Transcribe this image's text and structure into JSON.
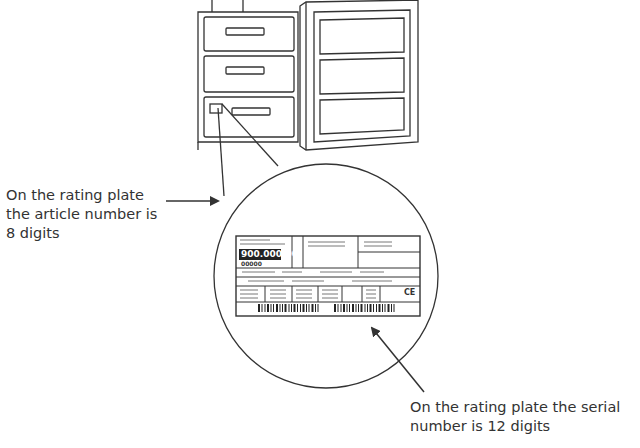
{
  "diagram": {
    "labels": [
      "On the rating plate the article number is 8 digits",
      "On the rating plate the serial number is 12 digits",
      "900.000.00",
      "00000",
      "CE"
    ]
  }
}
